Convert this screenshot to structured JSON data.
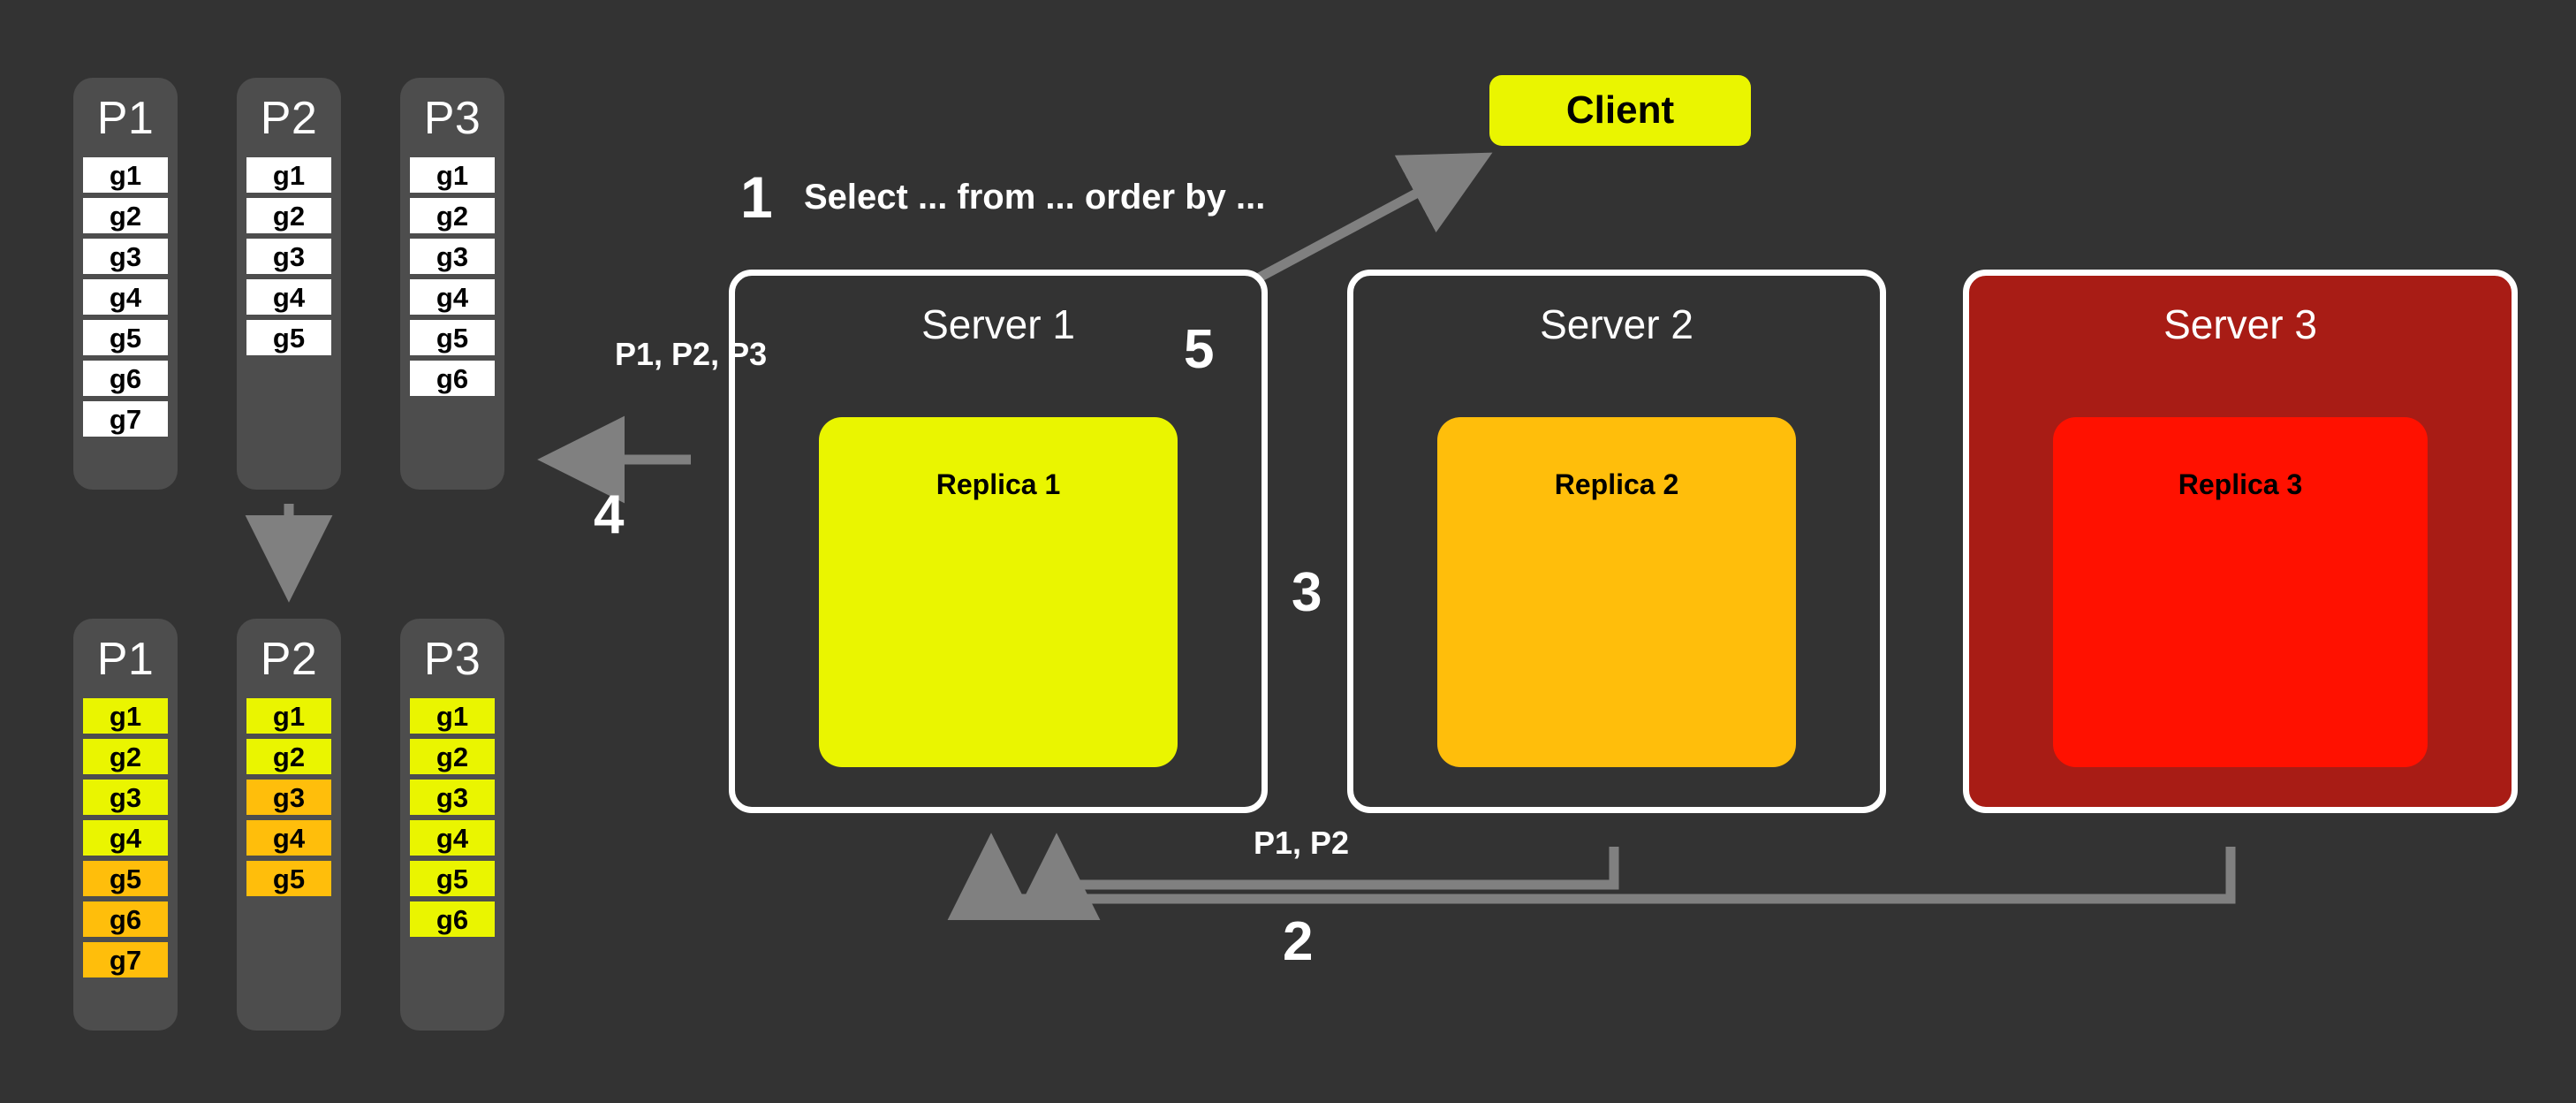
{
  "background_color": "#333333",
  "accent_colors": {
    "panel": "#4d4d4d",
    "arrow": "#808080",
    "yellow": "#eaf500",
    "orange": "#ffbe0b",
    "red": "#ff1100",
    "dark_red": "#a81c15",
    "white": "#ffffff"
  },
  "partitions_before": {
    "columns": [
      {
        "title": "P1",
        "cells": [
          {
            "label": "g1",
            "color": "white"
          },
          {
            "label": "g2",
            "color": "white"
          },
          {
            "label": "g3",
            "color": "white"
          },
          {
            "label": "g4",
            "color": "white"
          },
          {
            "label": "g5",
            "color": "white"
          },
          {
            "label": "g6",
            "color": "white"
          },
          {
            "label": "g7",
            "color": "white"
          }
        ]
      },
      {
        "title": "P2",
        "cells": [
          {
            "label": "g1",
            "color": "white"
          },
          {
            "label": "g2",
            "color": "white"
          },
          {
            "label": "g3",
            "color": "white"
          },
          {
            "label": "g4",
            "color": "white"
          },
          {
            "label": "g5",
            "color": "white"
          }
        ]
      },
      {
        "title": "P3",
        "cells": [
          {
            "label": "g1",
            "color": "white"
          },
          {
            "label": "g2",
            "color": "white"
          },
          {
            "label": "g3",
            "color": "white"
          },
          {
            "label": "g4",
            "color": "white"
          },
          {
            "label": "g5",
            "color": "white"
          },
          {
            "label": "g6",
            "color": "white"
          }
        ]
      }
    ]
  },
  "partitions_after": {
    "columns": [
      {
        "title": "P1",
        "cells": [
          {
            "label": "g1",
            "color": "yellow"
          },
          {
            "label": "g2",
            "color": "yellow"
          },
          {
            "label": "g3",
            "color": "yellow"
          },
          {
            "label": "g4",
            "color": "yellow"
          },
          {
            "label": "g5",
            "color": "orange"
          },
          {
            "label": "g6",
            "color": "orange"
          },
          {
            "label": "g7",
            "color": "orange"
          }
        ]
      },
      {
        "title": "P2",
        "cells": [
          {
            "label": "g1",
            "color": "yellow"
          },
          {
            "label": "g2",
            "color": "yellow"
          },
          {
            "label": "g3",
            "color": "orange"
          },
          {
            "label": "g4",
            "color": "orange"
          },
          {
            "label": "g5",
            "color": "orange"
          }
        ]
      },
      {
        "title": "P3",
        "cells": [
          {
            "label": "g1",
            "color": "yellow"
          },
          {
            "label": "g2",
            "color": "yellow"
          },
          {
            "label": "g3",
            "color": "yellow"
          },
          {
            "label": "g4",
            "color": "yellow"
          },
          {
            "label": "g5",
            "color": "yellow"
          },
          {
            "label": "g6",
            "color": "yellow"
          }
        ]
      }
    ]
  },
  "client": {
    "label": "Client"
  },
  "servers": [
    {
      "title": "Server 1",
      "replica": "Replica 1",
      "state": "healthy"
    },
    {
      "title": "Server 2",
      "replica": "Replica 2",
      "state": "healthy"
    },
    {
      "title": "Server 3",
      "replica": "Replica 3",
      "state": "failed"
    }
  ],
  "steps": {
    "one": "1",
    "two": "2",
    "three": "3",
    "four": "4",
    "five": "5"
  },
  "annotations": {
    "query": "Select ... from ... order by ...",
    "partitions_returned": "P1, P2, P3",
    "partitions_fetched": "P1, P2"
  }
}
